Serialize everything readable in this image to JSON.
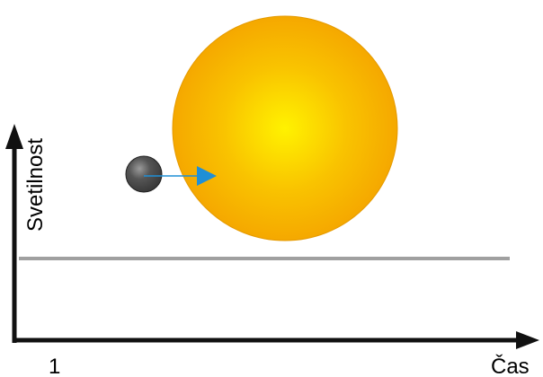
{
  "diagram": {
    "y_axis_label": "Svetilnost",
    "x_axis_label": "Čas",
    "x_tick_label": "1",
    "star_color": "#f5a800",
    "star_core_color": "#fff200",
    "planet_color": "#3a3a3a",
    "arrow_color": "#1f8fd6",
    "light_curve_color": "#a0a0a0",
    "axis_color": "#111111"
  }
}
